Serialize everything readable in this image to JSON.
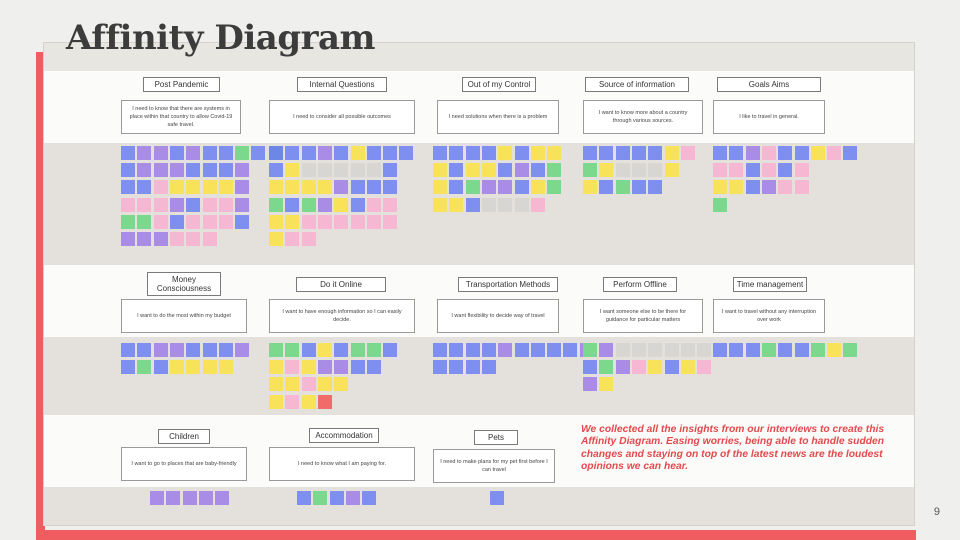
{
  "title": "Affinity Diagram",
  "page_number": "9",
  "summary": "We collected all the insights from our interviews to create this Affinity Diagram.  Easing worries, being able to handle sudden changes and staying on top of the latest news are the loudest opinions we can hear.",
  "colors": {
    "accent": "#ef5d60",
    "note_palette": [
      "#7f8ff0",
      "#a98ce6",
      "#f7e25a",
      "#f6b7d3",
      "#7bd88c",
      "#d8d6d2",
      "#f26b6b",
      "#6d87e6"
    ]
  },
  "groups": [
    {
      "header": "Post Pandemic",
      "insight": "I need to know that there are systems in place within that country to allow Covid-19 safe travel."
    },
    {
      "header": "Internal Questions",
      "insight": "I need to consider all possible outcomes"
    },
    {
      "header": "Out of my Control",
      "insight": "I need solutions when there is a problem"
    },
    {
      "header": "Source of information",
      "insight": "I want to know more about a country through various sources."
    },
    {
      "header": "Goals Aims",
      "insight": "I like to travel in general."
    },
    {
      "header": "Money Consciousness",
      "insight": "I want to do the most within my budget"
    },
    {
      "header": "Do it Online",
      "insight": "I want to have enough information so I can easily decide."
    },
    {
      "header": "Transportation Methods",
      "insight": "I want flexibility to decide way of travel"
    },
    {
      "header": "Perform Offline",
      "insight": "I want someone else to be there for guidance for particular matters"
    },
    {
      "header": "Time management",
      "insight": "I want to travel without any interruption over work"
    },
    {
      "header": "Children",
      "insight": "I want to go to places that are baby-friendly"
    },
    {
      "header": "Accommodation",
      "insight": "I need to know what I am paying for."
    },
    {
      "header": "Pets",
      "insight": "I need to make plans for my pet first before I can travel"
    }
  ],
  "note_clusters": [
    {
      "rows": [
        [
          0,
          1,
          1,
          0,
          1,
          0,
          0,
          4,
          0
        ],
        [
          0,
          1,
          1,
          1,
          0,
          0,
          0,
          1
        ],
        [
          0,
          0,
          3,
          2,
          2,
          2,
          2,
          1
        ],
        [
          3,
          3,
          3,
          1,
          0,
          3,
          3,
          1
        ],
        [
          4,
          4,
          3,
          0,
          3,
          3,
          3,
          0
        ],
        [
          1,
          1,
          1,
          3,
          3,
          3
        ]
      ]
    },
    {
      "rows": [
        [
          7,
          0,
          0,
          1,
          0,
          2,
          0,
          0,
          0
        ],
        [
          0,
          2,
          5,
          5,
          5,
          5,
          5,
          0
        ],
        [
          2,
          2,
          2,
          2,
          1,
          0,
          0,
          0
        ],
        [
          4,
          0,
          4,
          1,
          2,
          0,
          3,
          3
        ],
        [
          2,
          2,
          3,
          3,
          3,
          3,
          3,
          3
        ],
        [
          2,
          3,
          3
        ]
      ]
    },
    {
      "rows": [
        [
          0,
          0,
          0,
          0,
          2,
          0,
          2,
          2
        ],
        [
          2,
          0,
          2,
          2,
          0,
          1,
          0,
          4
        ],
        [
          2,
          0,
          4,
          1,
          1,
          0,
          2,
          4
        ],
        [
          2,
          2,
          0,
          5,
          5,
          5,
          3
        ]
      ]
    },
    {
      "rows": [
        [
          0,
          0,
          0,
          0,
          0,
          2,
          3
        ],
        [
          4,
          2,
          5,
          5,
          5,
          2
        ],
        [
          2,
          0,
          4,
          0,
          0
        ]
      ]
    },
    {
      "rows": [
        [
          0,
          0,
          1,
          3,
          0,
          0,
          2,
          3,
          0
        ],
        [
          3,
          3,
          0,
          3,
          0,
          3
        ],
        [
          2,
          2,
          0,
          1,
          3,
          3
        ],
        [
          4
        ]
      ]
    },
    {
      "rows": [
        [
          0,
          0,
          1,
          1,
          0,
          0,
          0,
          1
        ],
        [
          0,
          4,
          0,
          2,
          2,
          2,
          2
        ]
      ]
    },
    {
      "rows": [
        [
          4,
          4,
          0,
          2,
          0,
          4,
          4,
          0
        ],
        [
          2,
          3,
          2,
          1,
          1,
          0,
          0
        ],
        [
          2,
          2,
          3,
          2,
          2
        ],
        [
          2,
          3,
          2,
          6
        ]
      ]
    },
    {
      "rows": [
        [
          0,
          0,
          0,
          0,
          1,
          0,
          0,
          0,
          0,
          1
        ],
        [
          0,
          0,
          0,
          0
        ]
      ]
    },
    {
      "rows": [
        [
          4,
          1,
          5,
          5,
          5,
          5,
          5,
          5,
          1
        ],
        [
          0,
          4,
          1,
          3,
          2,
          0,
          2,
          3
        ],
        [
          1,
          2
        ]
      ]
    },
    {
      "rows": [
        [
          0,
          0,
          0,
          4,
          0,
          0,
          4,
          2,
          4
        ]
      ]
    },
    {
      "rows": [
        [
          1,
          1,
          1,
          1,
          1
        ]
      ]
    },
    {
      "rows": [
        [
          0,
          4,
          0,
          1,
          0
        ]
      ]
    },
    {
      "rows": [
        [
          0
        ]
      ]
    }
  ]
}
